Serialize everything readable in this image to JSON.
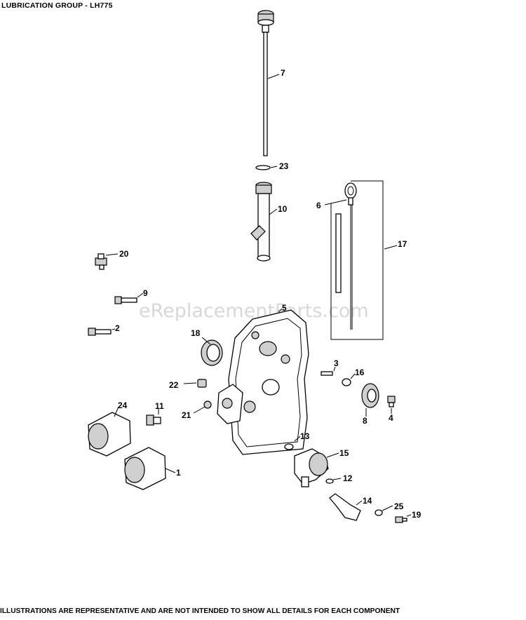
{
  "header": {
    "title": "LUBRICATION GROUP - LH775"
  },
  "footer": {
    "disclaimer": "ILLUSTRATIONS ARE REPRESENTATIVE AND ARE NOT INTENDED TO SHOW ALL DETAILS FOR EACH COMPONENT"
  },
  "watermark": {
    "text": "eReplacementParts.com"
  },
  "callouts": {
    "c1": "1",
    "c2": "2",
    "c3": "3",
    "c4": "4",
    "c5": "5",
    "c6": "6",
    "c7": "7",
    "c8": "8",
    "c9": "9",
    "c10": "10",
    "c11": "11",
    "c12": "12",
    "c13": "13",
    "c14": "14",
    "c15": "15",
    "c16": "16",
    "c17": "17",
    "c18": "18",
    "c19": "19",
    "c20": "20",
    "c21": "21",
    "c22": "22",
    "c23": "23",
    "c24": "24",
    "c25": "25"
  }
}
